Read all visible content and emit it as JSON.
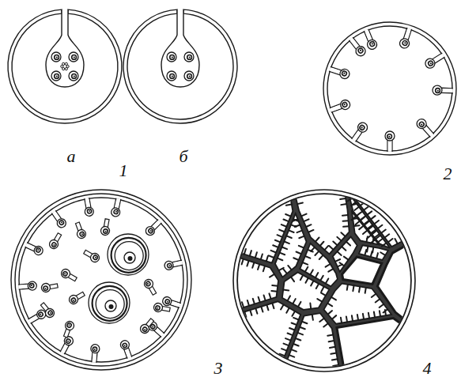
{
  "diagram": {
    "labels": [
      "а",
      "б",
      "1",
      "2",
      "3",
      "4"
    ]
  }
}
